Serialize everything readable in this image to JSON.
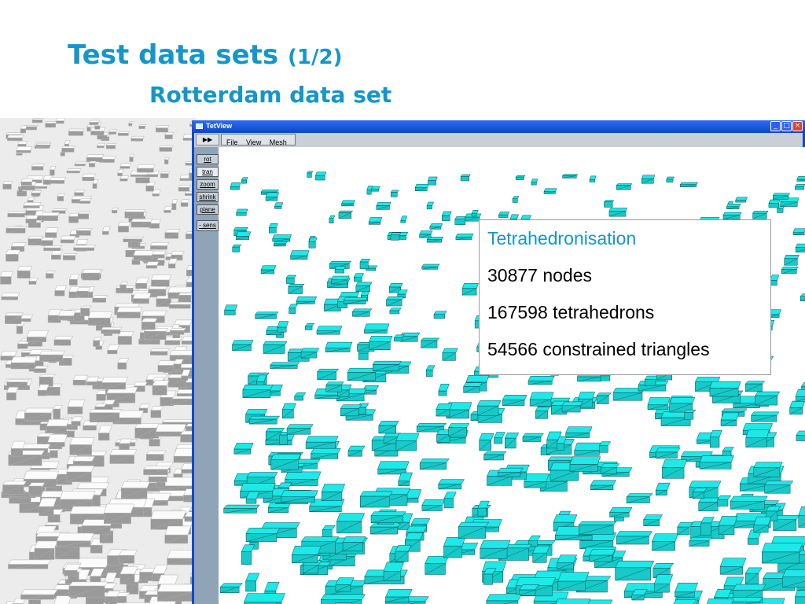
{
  "slide": {
    "title": "Test data sets",
    "title_suffix": "(1/2)",
    "subtitle": "Rotterdam data set",
    "accent_color": "#1596c9"
  },
  "window": {
    "title": "TetView",
    "controls": {
      "minimize": "_",
      "maximize": "□",
      "close": "×"
    },
    "titlebar_color": "#0a47c8"
  },
  "menubar": {
    "play_icon": "fast-forward-icon",
    "play_label": "▶▶",
    "items": [
      "File",
      "View",
      "Mesh"
    ]
  },
  "toolbar": {
    "buttons": [
      "rot",
      "tran",
      "zoom",
      "shrink",
      "plane",
      "- sens +"
    ]
  },
  "info": {
    "heading": "Tetrahedronisation",
    "nodes": "30877 nodes",
    "tetrahedrons": "167598 tetrahedrons",
    "triangles": "54566 constrained triangles"
  },
  "mesh_color": "#1fe8e8"
}
